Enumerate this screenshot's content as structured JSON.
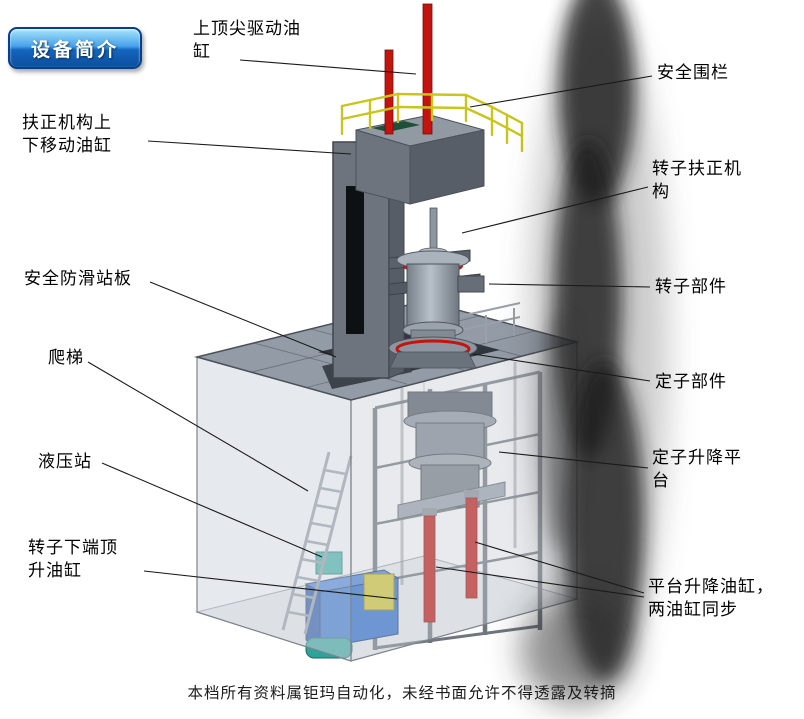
{
  "badge": {
    "label": "设备简介"
  },
  "callouts": [
    {
      "id": "top-tip-drive-cylinder",
      "label": "上顶尖驱动油\n缸"
    },
    {
      "id": "safety-fence",
      "label": "安全围栏"
    },
    {
      "id": "centering-updown-cylinder",
      "label": "扶正机构上\n下移动油缸"
    },
    {
      "id": "rotor-centering-mechanism",
      "label": "转子扶正机\n构"
    },
    {
      "id": "antislip-standing-board",
      "label": "安全防滑站板"
    },
    {
      "id": "rotor-component",
      "label": "转子部件"
    },
    {
      "id": "ladder",
      "label": "爬梯"
    },
    {
      "id": "stator-component",
      "label": "定子部件"
    },
    {
      "id": "hydraulic-station",
      "label": "液压站"
    },
    {
      "id": "stator-lift-platform",
      "label": "定子升降平\n台"
    },
    {
      "id": "rotor-bottom-jack-cylinder",
      "label": "转子下端顶\n升油缸"
    },
    {
      "id": "platform-lift-cylinders",
      "label": "平台升降油缸，\n两油缸同步"
    }
  ],
  "footer": {
    "text": "本档所有资料属钜玛自动化，未经书面允许不得透露及转摘"
  },
  "colors": {
    "cylinder_red": "#c41410",
    "railing_yellow": "#c9c51c",
    "hydraulic_blue": "#2e6fd0",
    "badge_blue": "#1365bf",
    "steel_grey": "#7b828c"
  }
}
